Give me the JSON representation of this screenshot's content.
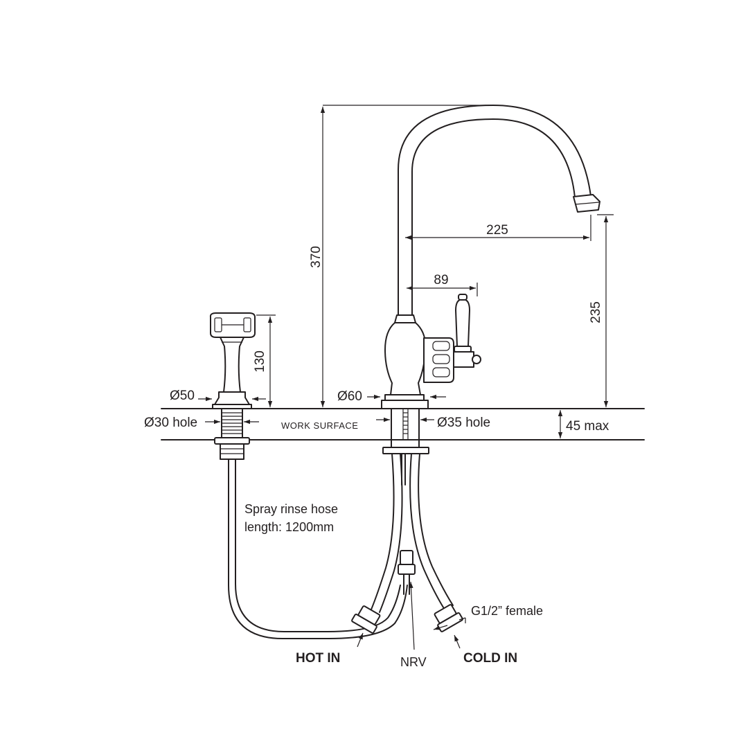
{
  "dimensions": {
    "total_height": "370",
    "spout_reach": "225",
    "spout_height": "235",
    "lever_offset": "89",
    "spray_height": "130",
    "spray_base_dia": "Ø50",
    "tap_base_dia": "Ø60",
    "spray_hole": "Ø30 hole",
    "tap_hole": "Ø35 hole",
    "surface_thickness": "45 max"
  },
  "labels": {
    "work_surface": "WORK SURFACE",
    "hose_line1": "Spray rinse hose",
    "hose_line2": "length: 1200mm",
    "connection": "G1/2” female",
    "hot_in": "HOT IN",
    "nrv": "NRV",
    "cold_in": "COLD IN"
  },
  "colors": {
    "line": "#231f20",
    "background": "#ffffff"
  }
}
